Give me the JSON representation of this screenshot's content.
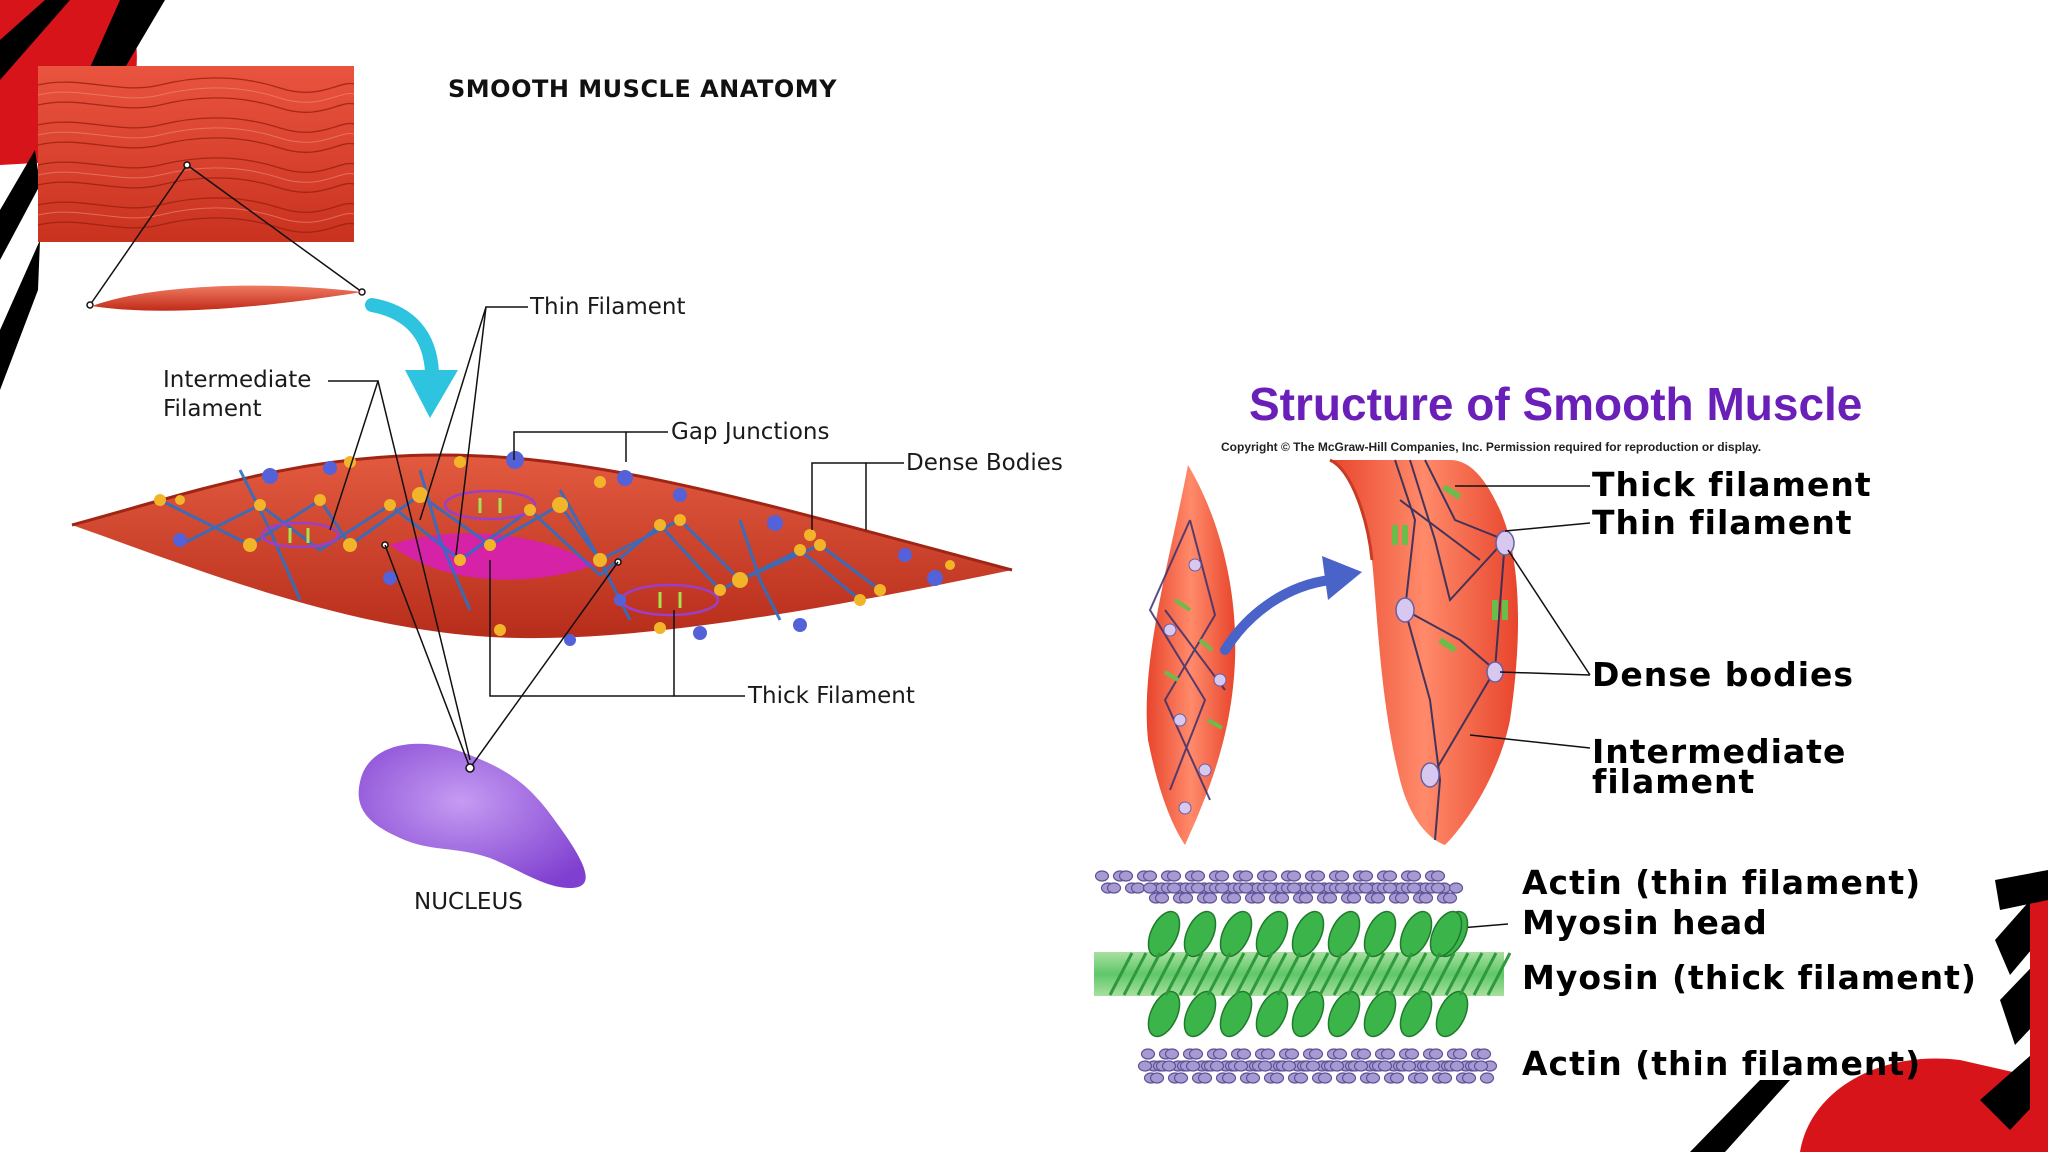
{
  "slide": {
    "left_title": "SMOOTH MUSCLE ANATOMY",
    "right_title": "Structure of Smooth Muscle",
    "copyright": "Copyright © The McGraw-Hill Companies, Inc. Permission required for reproduction or display."
  },
  "left_labels": {
    "thin_filament": "Thin Filament",
    "intermediate_filament_line1": "Intermediate",
    "intermediate_filament_line2": "Filament",
    "gap_junctions": "Gap Junctions",
    "dense_bodies": "Dense Bodies",
    "thick_filament": "Thick Filament",
    "nucleus": "NUCLEUS"
  },
  "right_labels": {
    "thick_filament": "Thick filament",
    "thin_filament": "Thin filament",
    "dense_bodies": "Dense bodies",
    "intermediate_filament_line1": "Intermediate",
    "intermediate_filament_line2": "filament",
    "actin_top": "Actin (thin filament)",
    "myosin_head": "Myosin head",
    "myosin_thick": "Myosin (thick filament)",
    "actin_bottom": "Actin (thin filament)"
  },
  "colors": {
    "muscle_red": "#e0412b",
    "title_purple": "#6a1fb8",
    "nucleus_purple": "#9b5de5",
    "myosin_green": "#3bb54a",
    "actin_lavender": "#9c8fc6",
    "arrow_cyan": "#2ec4e0",
    "arrow_blue": "#4a63c8",
    "frame_red": "#d7141a",
    "frame_black": "#000000"
  }
}
